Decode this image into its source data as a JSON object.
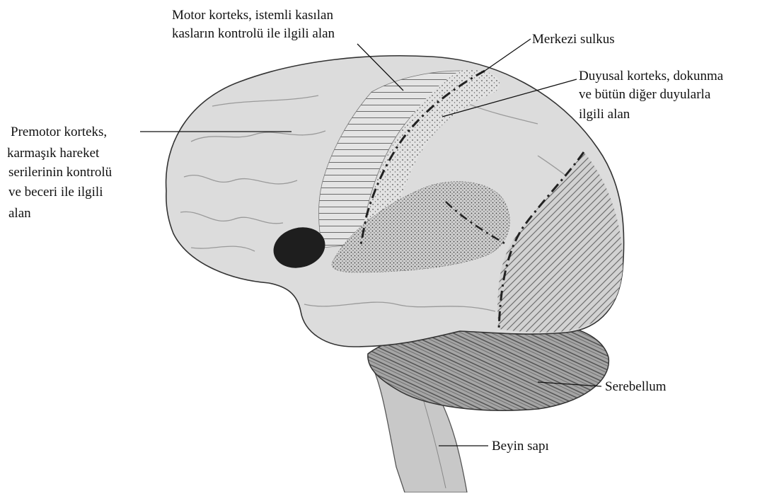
{
  "labels": {
    "motor_cortex": {
      "line1": "Motor korteks, istemli kasılan",
      "line2": "kasların kontrolü ile ilgili alan"
    },
    "central_sulcus": "Merkezi sulkus",
    "sensory_cortex": {
      "line1": "Duyusal  korteks, dokunma",
      "line2": "ve bütün diğer duyularla",
      "line3": "ilgili alan"
    },
    "premotor_cortex": {
      "line1": "Premotor korteks,",
      "line2": "karmaşık  hareket",
      "line3": "serilerinin kontrolü",
      "line4": "ve beceri ile ilgili",
      "line5": "alan"
    },
    "cerebellum": "Serebellum",
    "brainstem": "Beyin sapı"
  },
  "colors": {
    "ink": "#111111",
    "brain_fill": "#d9d9d9",
    "brain_shade": "#bdbdbd",
    "cerebellum_fill": "#9a9a9a",
    "dark_region": "#1e1e1e"
  }
}
